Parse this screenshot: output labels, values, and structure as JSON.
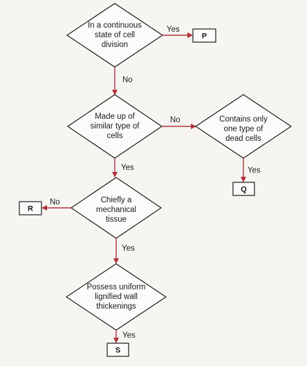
{
  "colors": {
    "arrow": "#b0323a",
    "outline": "#1a1a1a",
    "background": "#f6f5f2"
  },
  "decisions": {
    "d1": {
      "lines": [
        "In a continuous",
        "state of cell",
        "division"
      ]
    },
    "d2": {
      "lines": [
        "Made up of",
        "similar type of",
        "cells"
      ]
    },
    "d3": {
      "lines": [
        "Contains only",
        "one type of",
        "dead cells"
      ]
    },
    "d4": {
      "lines": [
        "Chiefly a",
        "mechanical",
        "tissue"
      ]
    },
    "d5": {
      "lines": [
        "Possess uniform",
        "lignified wall",
        "thickenings"
      ]
    }
  },
  "outcomes": {
    "P": "P",
    "Q": "Q",
    "R": "R",
    "S": "S"
  },
  "edges": {
    "d1_yes": "Yes",
    "d1_no": "No",
    "d2_no": "No",
    "d2_yes": "Yes",
    "d3_yes": "Yes",
    "d4_no": "No",
    "d4_yes": "Yes",
    "d5_yes": "Yes"
  }
}
